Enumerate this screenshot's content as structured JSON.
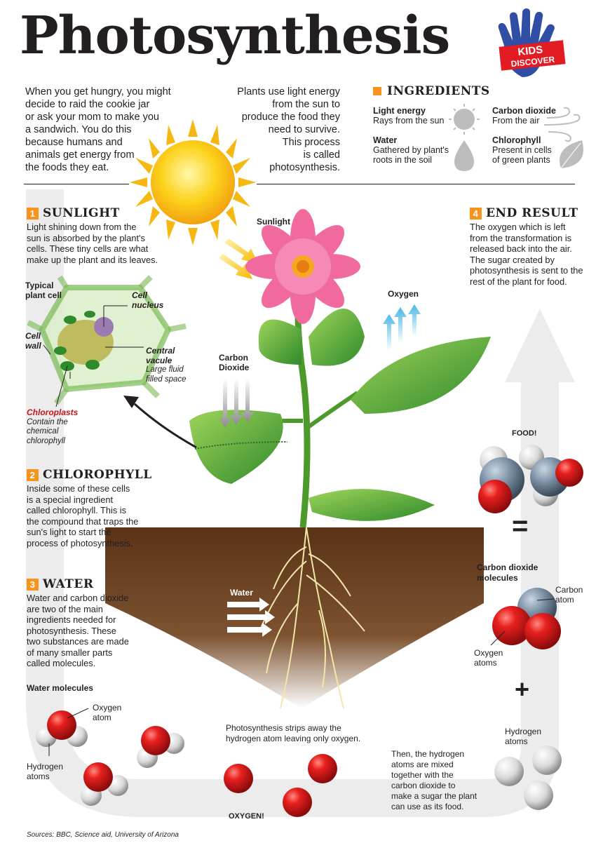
{
  "title": "Photosynthesis",
  "logo": {
    "line1": "KIDS",
    "line2": "DISCOVER"
  },
  "intro": {
    "left": [
      "When you get hungry, you might",
      "decide to raid the cookie jar",
      "or ask your mom to make you",
      "a sandwich. You do this",
      "because humans and",
      "animals get energy from",
      "the foods they eat."
    ],
    "center": [
      "Plants use light energy",
      "from the sun to",
      "produce the food they",
      "need to survive.",
      "This process",
      "is called",
      "photosynthesis."
    ]
  },
  "ingredients": {
    "title": "INGREDIENTS",
    "items": [
      {
        "label": "Light energy",
        "desc": [
          "Rays from the sun"
        ],
        "icon": "sun-icon"
      },
      {
        "label": "Carbon dioxide",
        "desc": [
          "From the air"
        ],
        "icon": "wind-icon"
      },
      {
        "label": "Water",
        "desc": [
          "Gathered by plant's",
          "roots in the soil"
        ],
        "icon": "water-drop-icon"
      },
      {
        "label": "Chlorophyll",
        "desc": [
          "Present in cells",
          "of green plants"
        ],
        "icon": "leaf-icon"
      }
    ]
  },
  "sections": {
    "sunlight": {
      "num": "1",
      "title": "SUNLIGHT",
      "body": [
        "Light shining down from the",
        "sun is absorbed by the plant's",
        "cells. These tiny cells are what",
        "make up the plant and its leaves."
      ]
    },
    "chlorophyll": {
      "num": "2",
      "title": "CHLOROPHYLL",
      "body": [
        "Inside some of these cells",
        "is a special ingredient",
        "called chlorophyll. This is",
        "the compound that traps the",
        "sun's light to start the",
        "process of photosynthesis."
      ]
    },
    "water": {
      "num": "3",
      "title": "WATER",
      "body": [
        "Water and carbon dioxide",
        "are two of the main",
        "ingredients needed for",
        "photosynthesis. These",
        "two substances are made",
        "of many smaller parts",
        "called molecules."
      ]
    },
    "result": {
      "num": "4",
      "title": "END RESULT",
      "body": [
        "The oxygen which is left",
        "from the transformation is",
        "released back into the air.",
        "The sugar created by",
        "photosynthesis is sent to the",
        "rest of the plant for food."
      ]
    }
  },
  "cell": {
    "title": [
      "Typical",
      "plant cell"
    ],
    "nucleus": [
      "Cell",
      "nucleus"
    ],
    "wall": [
      "Cell",
      "wall"
    ],
    "vacuole": [
      "Central",
      "vacule"
    ],
    "vacuole_desc": [
      "Large fluid",
      "filled space"
    ],
    "chloroplasts": "Chloroplasts",
    "chloroplasts_desc": [
      "Contain the",
      "chemical",
      "chlorophyll"
    ]
  },
  "diagram": {
    "sunlight": "Sunlight",
    "oxygen": "Oxygen",
    "co2": [
      "Carbon",
      "Dioxide"
    ],
    "water": "Water",
    "food": "FOOD!",
    "equals": "=",
    "plus": "+",
    "co2_molecules": [
      "Carbon dioxide",
      "molecules"
    ],
    "carbon_atom": [
      "Carbon",
      "atom"
    ],
    "oxygen_atoms": [
      "Oxygen",
      "atoms"
    ],
    "hydrogen_atoms_right": [
      "Hydrogen",
      "atoms"
    ],
    "water_molecules": "Water molecules",
    "oxygen_atom": [
      "Oxygen",
      "atom"
    ],
    "hydrogen_atoms_left": [
      "Hydrogen",
      "atoms"
    ],
    "strip_text": [
      "Photosynthesis strips away the",
      "hydrogen atom leaving only oxygen."
    ],
    "mix_text": [
      "Then, the hydrogen",
      "atoms are mixed",
      "together with the",
      "carbon dioxide to",
      "make a sugar the plant",
      "can use as its food."
    ],
    "oxygen_caption": "OXYGEN!"
  },
  "sources": "Sources: BBC, Science aid, University of Arizona",
  "colors": {
    "accent": "#f7941d",
    "logo_blue": "#1f3f9e",
    "logo_red": "#e31b23",
    "leaf": "#5aa832",
    "soil": "#6b4423",
    "oxygen_red": "#d7191c",
    "carbon_gray": "#7a8ea3"
  }
}
